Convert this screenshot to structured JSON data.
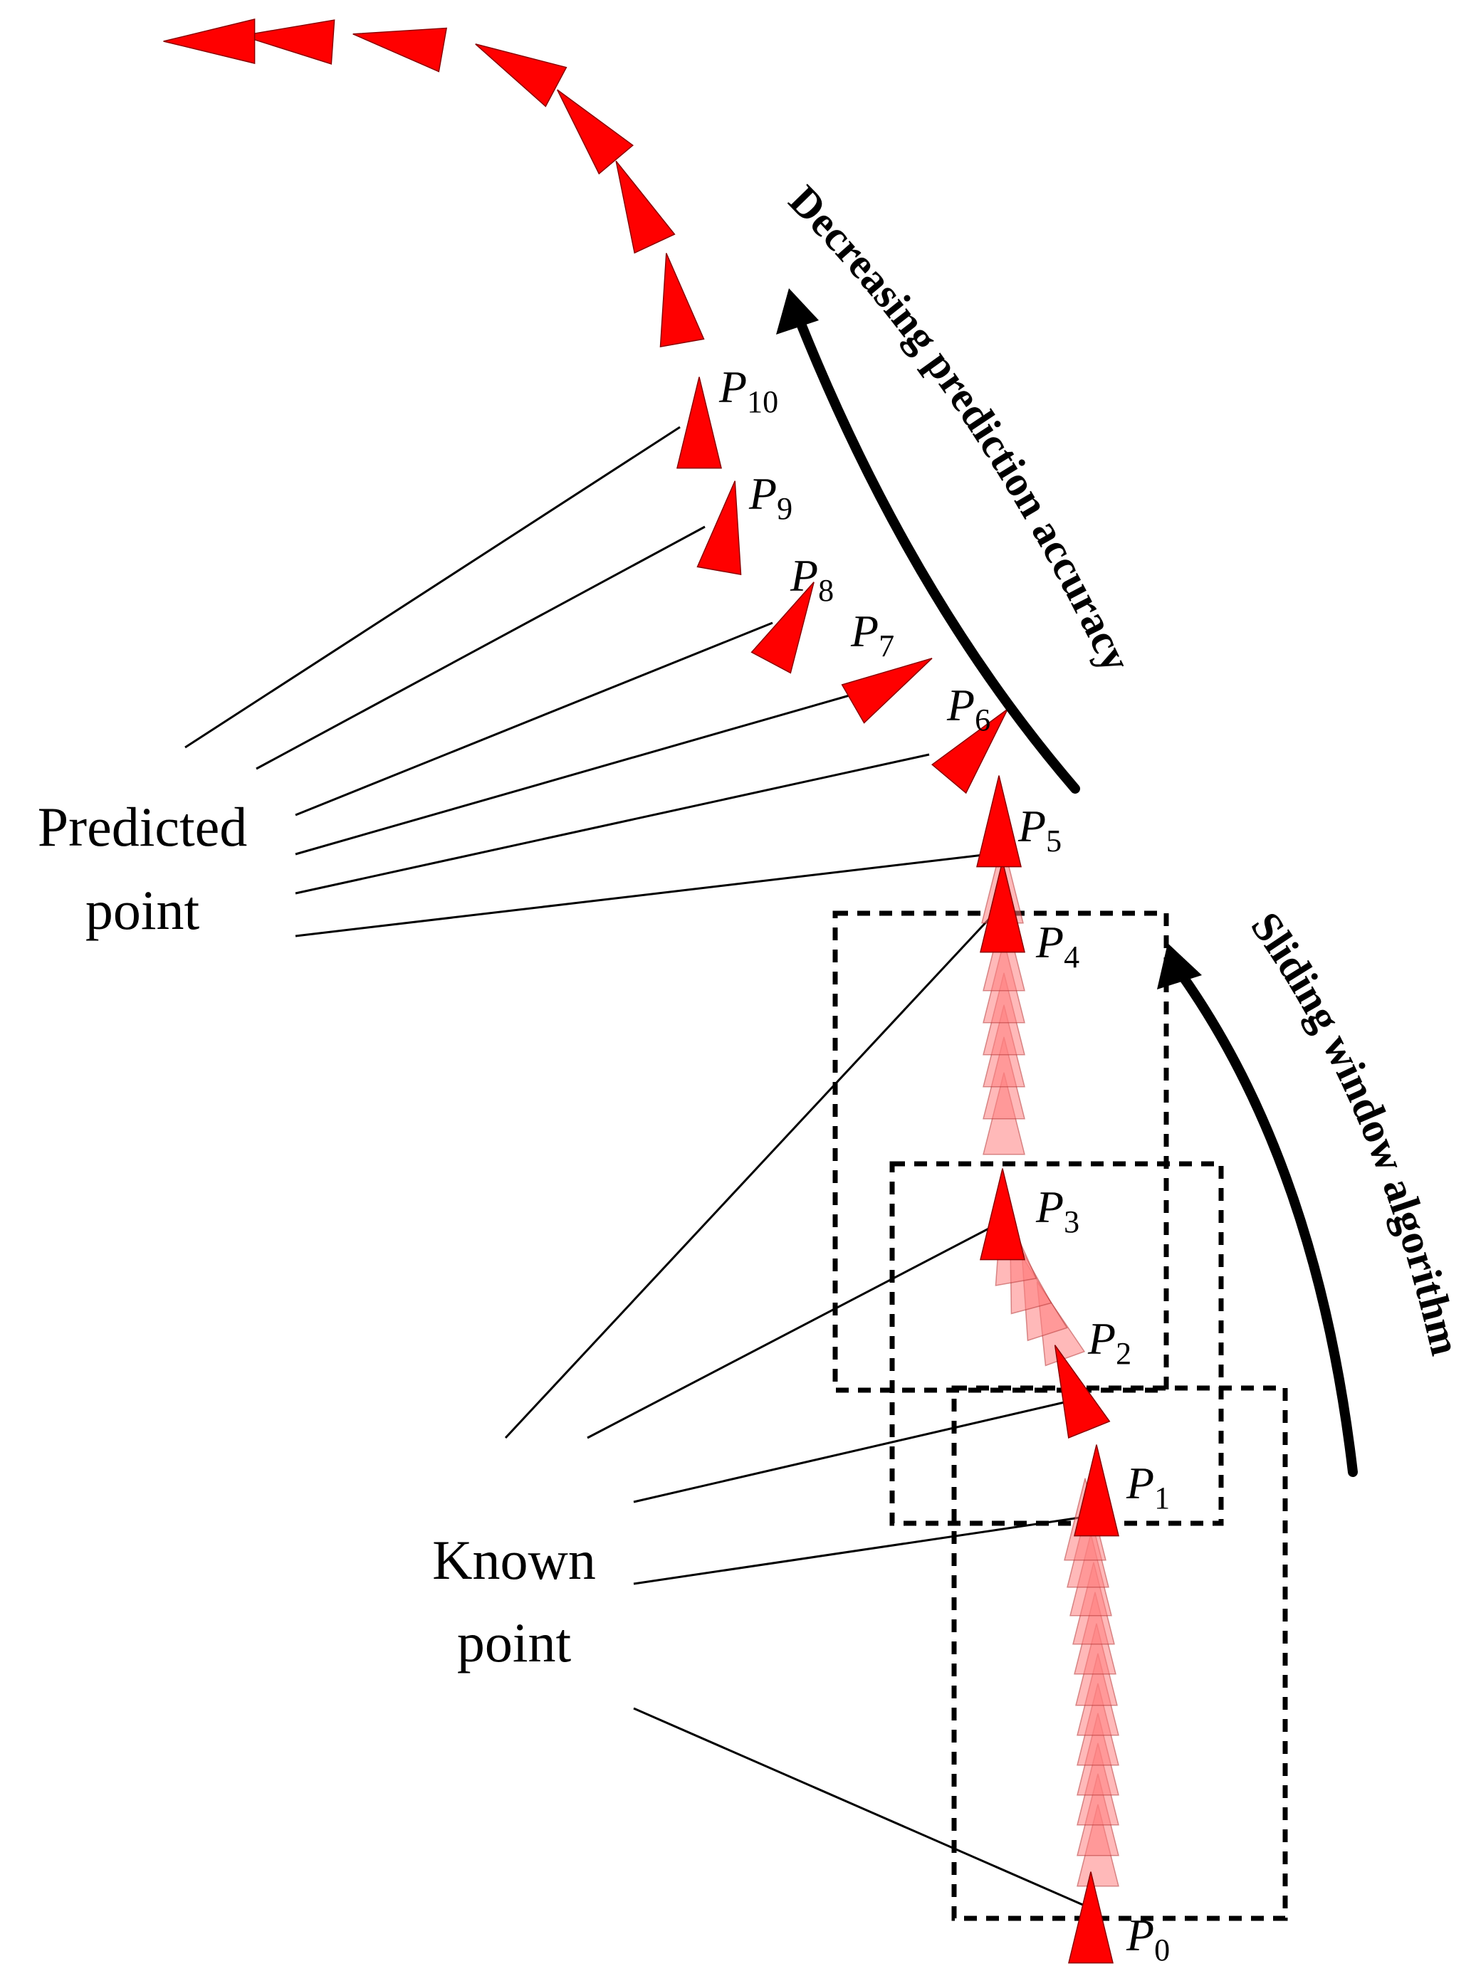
{
  "labels": {
    "predicted_line1": "Predicted",
    "predicted_line2": "point",
    "known_line1": "Known",
    "known_line2": "point",
    "decreasing_accuracy": "Decreasing prediction accuracy",
    "sliding_window": "Sliding window algorithm"
  },
  "points": [
    {
      "id": "P0",
      "letter": "P",
      "sub": "0"
    },
    {
      "id": "P1",
      "letter": "P",
      "sub": "1"
    },
    {
      "id": "P2",
      "letter": "P",
      "sub": "2"
    },
    {
      "id": "P3",
      "letter": "P",
      "sub": "3"
    },
    {
      "id": "P4",
      "letter": "P",
      "sub": "4"
    },
    {
      "id": "P5",
      "letter": "P",
      "sub": "5"
    },
    {
      "id": "P6",
      "letter": "P",
      "sub": "6"
    },
    {
      "id": "P7",
      "letter": "P",
      "sub": "7"
    },
    {
      "id": "P8",
      "letter": "P",
      "sub": "8"
    },
    {
      "id": "P9",
      "letter": "P",
      "sub": "9"
    },
    {
      "id": "P10",
      "letter": "P",
      "sub": "10"
    }
  ],
  "colors": {
    "marker": "#ff0000",
    "ghost_marker": "#ff8080",
    "lines": "#000000"
  }
}
